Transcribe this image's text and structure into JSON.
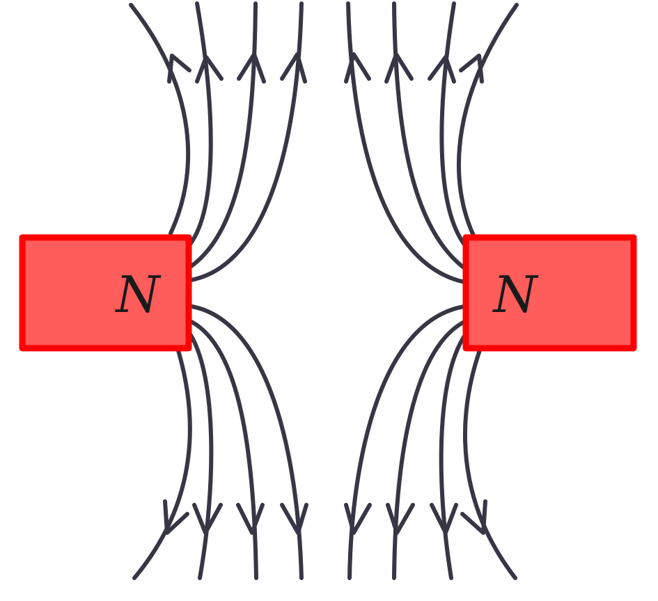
{
  "diagram": {
    "magnets": [
      {
        "id": "left",
        "pole_label": "N"
      },
      {
        "id": "right",
        "pole_label": "N"
      }
    ],
    "colors": {
      "magnet_fill": "#ff5c5c",
      "magnet_stroke": "#ff0000",
      "field_line": "#373645",
      "background": "#ffffff"
    },
    "field_lines_per_group": 4,
    "arrow_direction_top": "up",
    "arrow_direction_bottom": "down"
  }
}
